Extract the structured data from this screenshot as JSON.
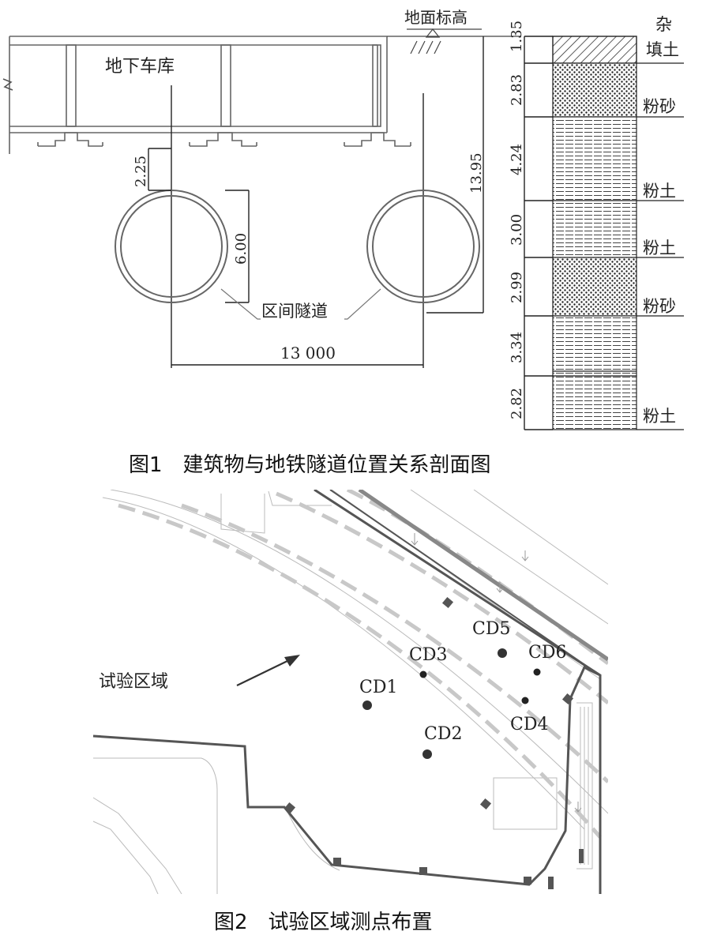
{
  "figure1": {
    "caption": "图1　建筑物与地铁隧道位置关系剖面图",
    "labels": {
      "garage": "地下车库",
      "ground_elevation": "地面标高",
      "tunnel": "区间隧道"
    },
    "dimensions": {
      "cover_depth": "2.25",
      "tunnel_diameter": "6.00",
      "total_depth": "13.95",
      "tunnel_spacing": "13 000"
    },
    "strata": [
      {
        "thickness": "1.35",
        "name": "杂\n填土"
      },
      {
        "thickness": "2.83",
        "name": "粉砂"
      },
      {
        "thickness": "4.24",
        "name": "粉土"
      },
      {
        "thickness": "3.00",
        "name": "粉土"
      },
      {
        "thickness": "2.99",
        "name": "粉砂"
      },
      {
        "thickness": "3.34",
        "name": ""
      },
      {
        "thickness": "2.82",
        "name": "粉土"
      }
    ]
  },
  "figure2": {
    "caption": "图2　试验区域测点布置",
    "area_label": "试验区域",
    "points": [
      {
        "id": "CD1"
      },
      {
        "id": "CD2"
      },
      {
        "id": "CD3"
      },
      {
        "id": "CD4"
      },
      {
        "id": "CD5"
      },
      {
        "id": "CD6"
      }
    ]
  }
}
